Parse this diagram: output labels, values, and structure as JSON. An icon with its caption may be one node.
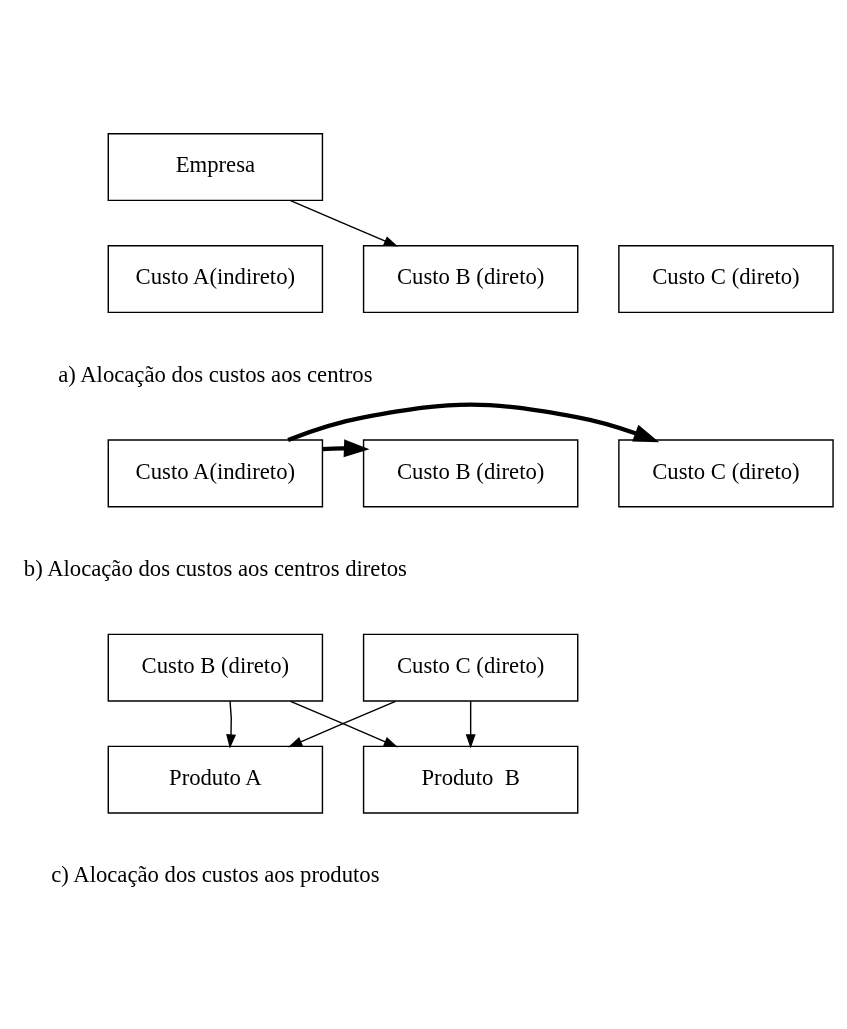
{
  "diagram": {
    "nodes": [
      {
        "text": [
          "Empresa"
        ]
      },
      {
        "text": [
          "Custo A(indireto)"
        ]
      },
      {
        "text": [
          "Custo B (direto)"
        ]
      },
      {
        "text": [
          "Custo C (direto)"
        ]
      },
      {
        "text": [
          "Custo A(indireto)"
        ]
      },
      {
        "text": [
          "Custo B (direto)"
        ]
      },
      {
        "text": [
          "Custo C (direto)"
        ]
      },
      {
        "text": [
          "Custo B (direto)"
        ]
      },
      {
        "text": [
          "Custo C (direto)"
        ]
      },
      {
        "text": [
          "Produto A"
        ]
      },
      {
        "text": [
          "Produto  B"
        ]
      }
    ],
    "edges": [
      {
        "from": 0,
        "to": 2,
        "arrow": "to"
      },
      {
        "from": 4,
        "to": 5,
        "arrow": "to",
        "style": "thick"
      },
      {
        "from": 4,
        "to": 6,
        "arrow": "to",
        "style": "thick"
      },
      {
        "from": 7,
        "to": 9,
        "arrow": "to"
      },
      {
        "from": 7,
        "to": 10,
        "arrow": "to"
      },
      {
        "from": 8,
        "to": 9,
        "arrow": "to"
      },
      {
        "from": 8,
        "to": 10,
        "arrow": "to"
      }
    ],
    "labels": [
      "a) Alocação dos custos aos centros",
      "b) Alocação dos custos aos centros diretos",
      "c) Alocação dos custos aos produtos"
    ]
  }
}
